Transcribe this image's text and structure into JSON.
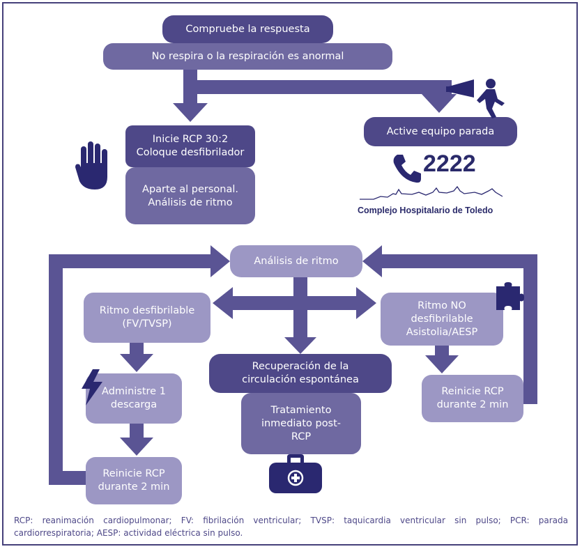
{
  "colors": {
    "dark": "#4e4888",
    "mid": "#6f69a1",
    "light": "#9c97c4",
    "arrow": "#5a5494",
    "icon": "#2a2870",
    "frame": "#45407a"
  },
  "steps": {
    "check_response": "Compruebe la respuesta",
    "not_breathing": "No respira o la respiración es anormal",
    "start_cpr": "Inicie RCP 30:2\nColoque desfibrilador",
    "stand_clear": "Aparte al personal.\nAnálisis de ritmo",
    "activate_team": "Active equipo parada",
    "rhythm_analysis": "Análisis de ritmo",
    "shockable": "Ritmo desfibrilable\n(FV/TVSP)",
    "non_shockable": "Ritmo NO\ndesfibrilable\nAsistolia/AESP",
    "rosc": "Recuperación de la\ncirculación espontánea",
    "post_care": "Tratamiento\ninmediato post-\nRCP",
    "one_shock": "Administre 1\ndescarga",
    "resume_cpr_left": "Reinicie RCP\ndurante 2 min",
    "resume_cpr_right": "Reinicie RCP\ndurante 2 min"
  },
  "contact": {
    "phone_number": "2222",
    "hospital_name": "Complejo Hospitalario de Toledo"
  },
  "icons": [
    "stop-hand-icon",
    "megaphone-runner-icon",
    "phone-icon",
    "skyline-icon",
    "lightning-icon",
    "puzzle-icon",
    "medical-bag-icon"
  ],
  "footnote": "RCP: reanimación cardiopulmonar; FV: fibrilación ventricular; TVSP: taquicardia ventricular sin pulso; PCR: parada cardiorrespiratoria; AESP: actividad eléctrica sin pulso."
}
